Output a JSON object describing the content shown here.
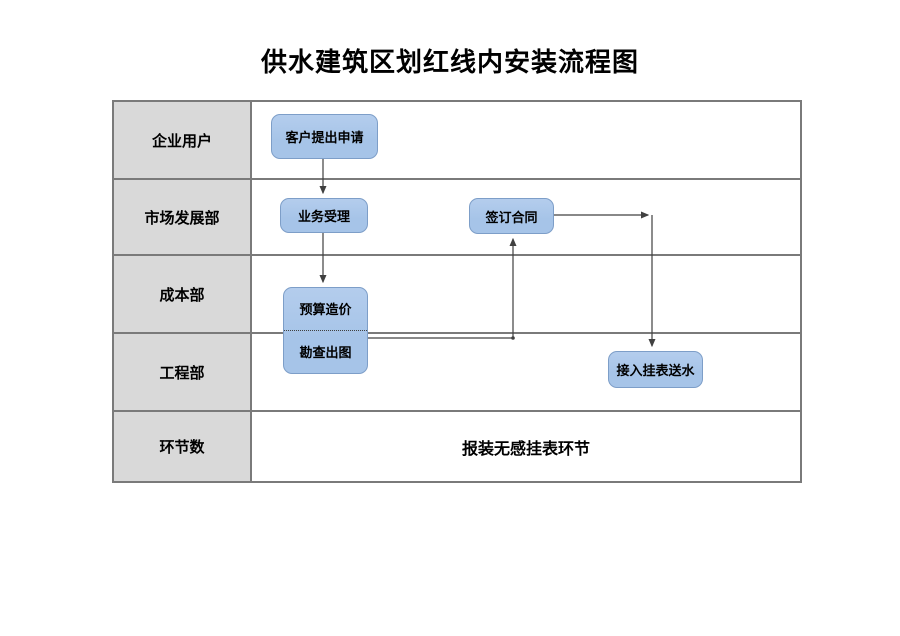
{
  "title": "供水建筑区划红线内安装流程图",
  "colors": {
    "lane_fill": "#d9d9d9",
    "table_border": "#7a7a7a",
    "node_fill": "#a6c4e8",
    "node_border": "#7d9ec8",
    "arrow": "#404040",
    "text": "#000000"
  },
  "lanes": [
    {
      "label": "企业用户"
    },
    {
      "label": "市场发展部"
    },
    {
      "label": "成本部"
    },
    {
      "label": "工程部"
    },
    {
      "label": "环节数"
    }
  ],
  "nodes": {
    "apply": {
      "label": "客户提出申请"
    },
    "accept": {
      "label": "业务受理"
    },
    "contract": {
      "label": "签订合同"
    },
    "budget": {
      "label": "预算造价"
    },
    "survey": {
      "label": "勘查出图"
    },
    "meter": {
      "label": "接入挂表送水"
    }
  },
  "summary": {
    "label": "报装无感挂表环节"
  }
}
